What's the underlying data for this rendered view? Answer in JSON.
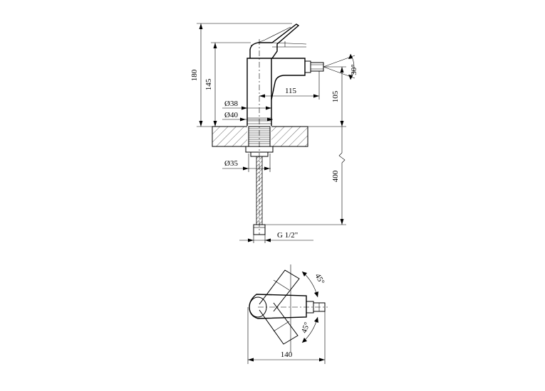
{
  "dimensions": {
    "total_height": "180",
    "spout_height": "145",
    "spout_reach": "115",
    "outlet_height": "105",
    "swivel_angle": "30°",
    "diameter_body_top": "Ø38",
    "diameter_body_base": "Ø40",
    "diameter_shank": "Ø35",
    "hose_length": "400",
    "connection_thread": "G 1/2\"",
    "top_width": "140",
    "lever_angle_up": "45°",
    "lever_angle_down": "45°"
  }
}
